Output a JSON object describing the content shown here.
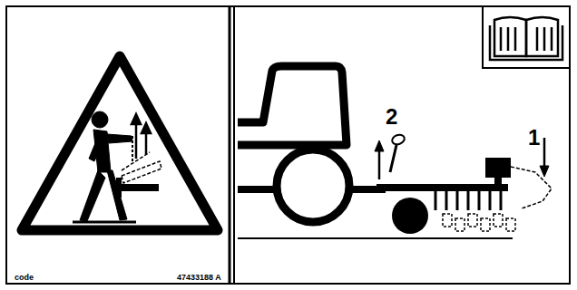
{
  "diagram": {
    "labels": [
      "2",
      "1",
      "code",
      "47433188 A"
    ]
  }
}
